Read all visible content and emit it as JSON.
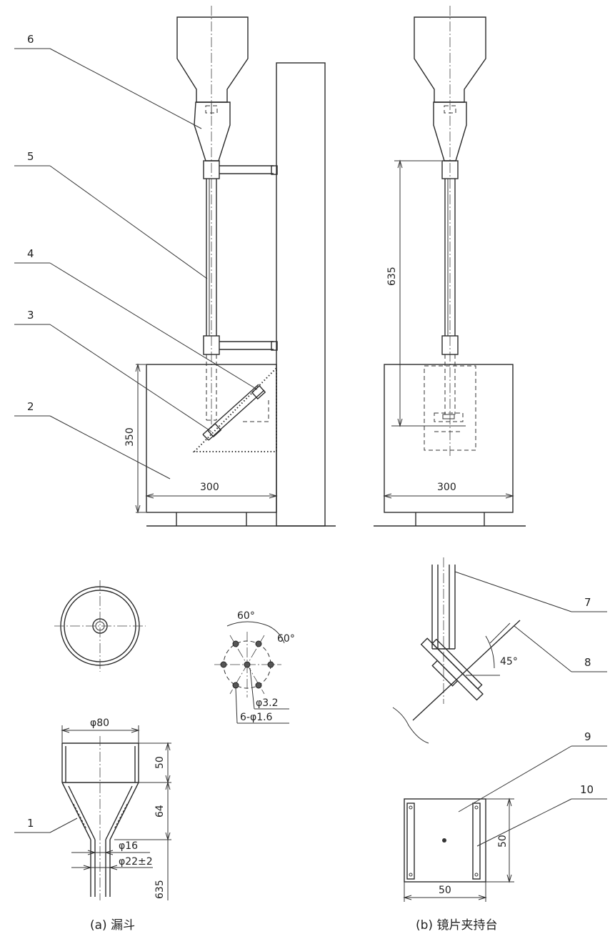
{
  "callouts": {
    "n1": "1",
    "n2": "2",
    "n3": "3",
    "n4": "4",
    "n5": "5",
    "n6": "6",
    "n7": "7",
    "n8": "8",
    "n9": "9",
    "n10": "10"
  },
  "dimensions": {
    "height_350": "350",
    "width_300_left": "300",
    "width_300_right": "300",
    "height_635": "635",
    "angle_60_a": "60°",
    "angle_60_b": "60°",
    "hole_center": "φ3.2",
    "holes_ring": "6-φ1.6",
    "angle_45": "45°",
    "funnel_dia": "φ80",
    "funnel_top_h": "50",
    "funnel_cone_h": "64",
    "tube_inner": "φ16",
    "tube_outer": "φ22±2",
    "tube_len": "635",
    "plate_h": "50",
    "plate_w": "50"
  },
  "captions": {
    "a": "(a) 漏斗",
    "b": "(b) 镜片夹持台"
  }
}
